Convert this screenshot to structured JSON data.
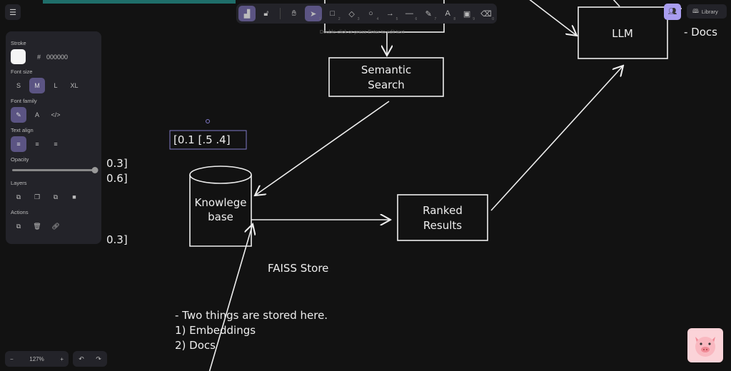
{
  "canvas": {
    "semantic_search": [
      "Semantic",
      "Search"
    ],
    "knowledge_base": [
      "Knowlege",
      "base"
    ],
    "ranked_results": [
      "Ranked",
      "Results"
    ],
    "llm": "LLM",
    "docs_right": "- Docs",
    "faiss": "FAISS Store",
    "notes": [
      "- Two things are stored here.",
      "1) Embeddings",
      "2) Docs"
    ],
    "vector_selected": "[0.1 [.5 .4]",
    "vec_frag1": "0.3]",
    "vec_frag2": "0.6]",
    "vec_frag3": "0.3]"
  },
  "hint": "Double-click or press Enter to edit text",
  "panel": {
    "stroke_label": "Stroke",
    "stroke_hex": "000000",
    "hash": "#",
    "font_size_label": "Font size",
    "font_sizes": [
      "S",
      "M",
      "L",
      "XL"
    ],
    "font_family_label": "Font family",
    "font_family_text": "A",
    "font_family_code": "</>",
    "text_align_label": "Text align",
    "opacity_label": "Opacity",
    "opacity": 100,
    "layers_label": "Layers",
    "actions_label": "Actions"
  },
  "toolbar": {
    "shortcuts": [
      "1",
      "2",
      "3",
      "4",
      "5",
      "6",
      "7",
      "8",
      "9",
      "0"
    ]
  },
  "library_label": "Library",
  "zoom_level": "127%",
  "colors": {
    "accent": "#5b5483",
    "collab": "#a99df0",
    "panel": "#232329",
    "bg": "#121212"
  }
}
